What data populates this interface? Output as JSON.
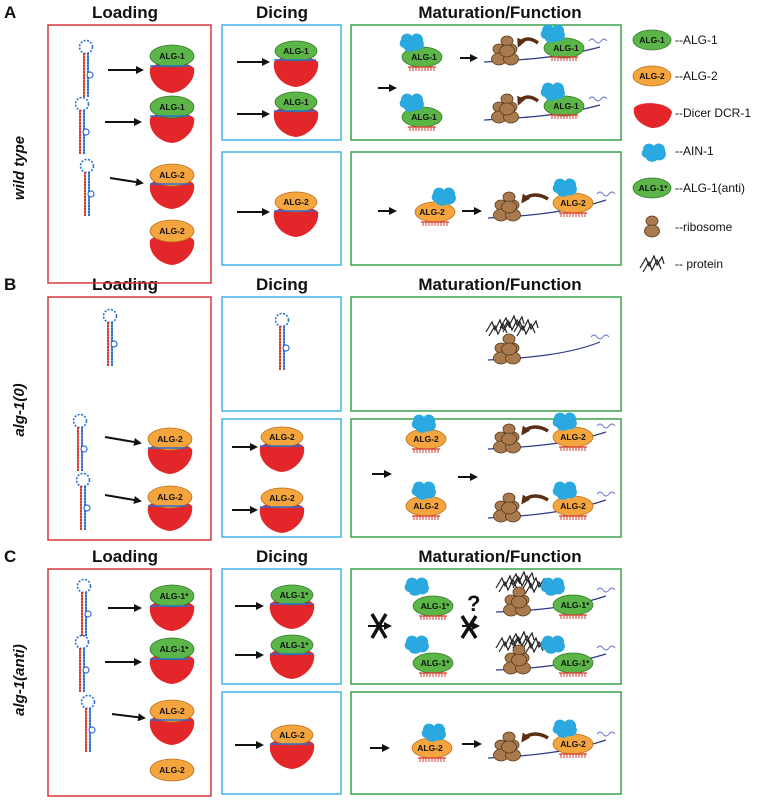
{
  "panels": [
    {
      "letter": "A",
      "genotype": "wild type"
    },
    {
      "letter": "B",
      "genotype": "alg-1(0)"
    },
    {
      "letter": "C",
      "genotype": "alg-1(anti)"
    }
  ],
  "column_headers": {
    "loading": "Loading",
    "dicing": "Dicing",
    "maturation": "Maturation/Function"
  },
  "protein_labels": {
    "alg1": "ALG-1",
    "alg2": "ALG-2",
    "alg1_anti": "ALG-1*"
  },
  "question_mark": "?",
  "legend": [
    {
      "key": "alg1",
      "symbol_text": "ALG-1",
      "label": "--ALG-1",
      "color": "#5cb547"
    },
    {
      "key": "alg2",
      "symbol_text": "ALG-2",
      "label": "--ALG-2",
      "color": "#f4a53d"
    },
    {
      "key": "dicer",
      "symbol_text": "",
      "label": "--Dicer DCR-1",
      "color": "#e2262a"
    },
    {
      "key": "ain1",
      "symbol_text": "",
      "label": "--AIN-1",
      "color": "#29a9e0"
    },
    {
      "key": "alg1_anti",
      "symbol_text": "ALG-1*",
      "label": "--ALG-1(anti)",
      "color": "#5cb547"
    },
    {
      "key": "ribosome",
      "symbol_text": "",
      "label": "--ribosome",
      "color": "#a87a4d"
    },
    {
      "key": "protein",
      "symbol_text": "",
      "label": "-- protein",
      "color": "#222222"
    }
  ],
  "colors": {
    "loading_box": "#d6393a",
    "dicing_box": "#40b4e5",
    "maturation_box": "#3aa24a",
    "alg1": "#5cb547",
    "alg2": "#f4a53d",
    "dicer": "#e2262a",
    "ain1": "#29a9e0",
    "ribosome": "#a87a4d",
    "mrna": "#2e3a8c",
    "arrow_curved": "#5a2e12"
  }
}
